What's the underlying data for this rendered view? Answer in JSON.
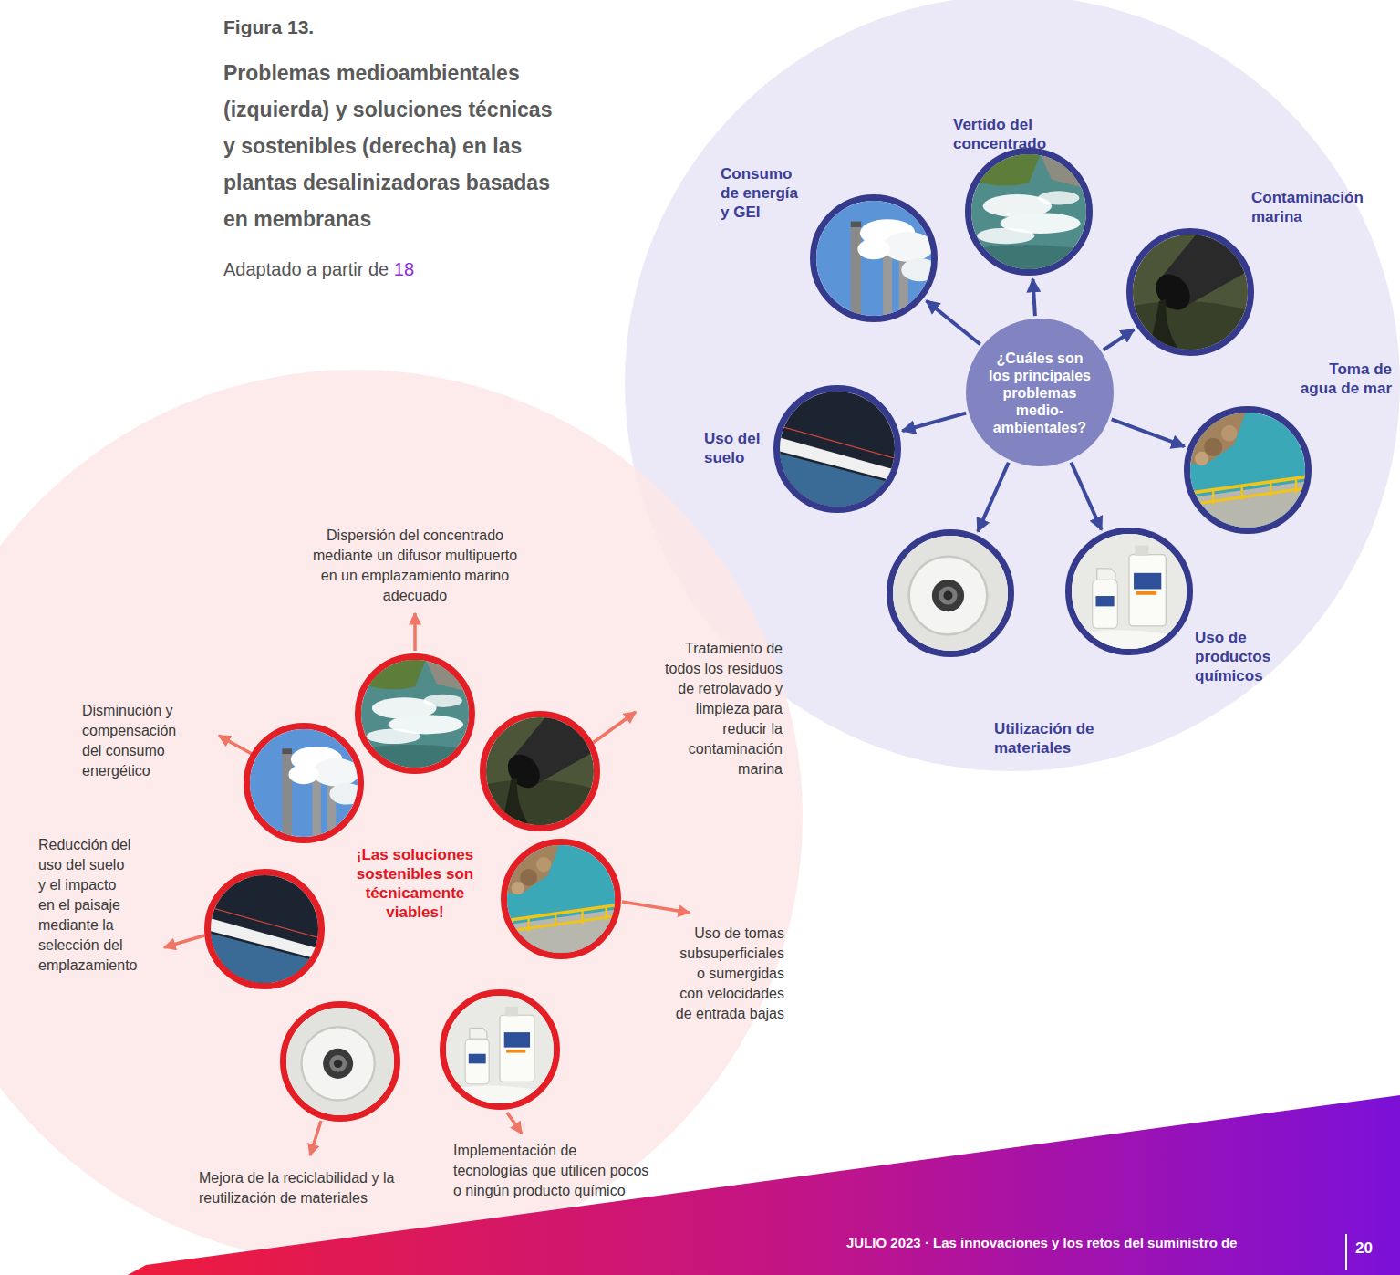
{
  "diagram": {
    "title": "Figura 13.",
    "caption": "Problemas medioambientales (izquierda) y soluciones técnicas y sostenibles (derecha) en las plantas desalinizadoras basadas en membranas",
    "nodes": [
      {
        "text": [
          "¿Cuáles son los principales problemas medio- ambientales?"
        ]
      },
      {
        "text": [
          "Vertido del concentrado"
        ]
      },
      {
        "text": [
          "Contaminación marina"
        ]
      },
      {
        "text": [
          "Toma de agua de mar"
        ]
      },
      {
        "text": [
          "Uso de productos químicos"
        ]
      },
      {
        "text": [
          "Utilización de materiales"
        ]
      },
      {
        "text": [
          "Uso del suelo"
        ]
      },
      {
        "text": [
          "Consumo de energía y GEI"
        ]
      },
      {
        "text": [
          "¡Las soluciones sostenibles son técnicamente viables!"
        ]
      },
      {
        "text": [
          "Dispersión del concentrado mediante un difusor multipuerto en un emplazamiento marino adecuado"
        ]
      },
      {
        "text": [
          "Tratamiento de todos los residuos de retrolavado y limpieza para reducir la contaminación marina"
        ]
      },
      {
        "text": [
          "Uso de tomas subsuperficiales o sumergidas con velocidades de entrada bajas"
        ]
      },
      {
        "text": [
          "Implementación de tecnologías que utilicen pocos o ningún producto químico"
        ]
      },
      {
        "text": [
          "Mejora de la reciclabilidad y la reutilización de materiales"
        ]
      },
      {
        "text": [
          "Reducción del uso del suelo y el impacto en el paisaje mediante la selección del emplazamiento"
        ]
      },
      {
        "text": [
          "Disminución y compensación del consumo energético"
        ]
      }
    ],
    "edges": [
      {
        "from": 0,
        "to": 1,
        "arrow": "to"
      },
      {
        "from": 0,
        "to": 2,
        "arrow": "to"
      },
      {
        "from": 0,
        "to": 3,
        "arrow": "to"
      },
      {
        "from": 0,
        "to": 4,
        "arrow": "to"
      },
      {
        "from": 0,
        "to": 5,
        "arrow": "to"
      },
      {
        "from": 0,
        "to": 6,
        "arrow": "to"
      },
      {
        "from": 0,
        "to": 7,
        "arrow": "to"
      }
    ],
    "labels": [
      "Adaptado a partir de",
      "18",
      "JULIO 2023 · Las innovaciones y los retos del suministro de",
      "20"
    ]
  }
}
